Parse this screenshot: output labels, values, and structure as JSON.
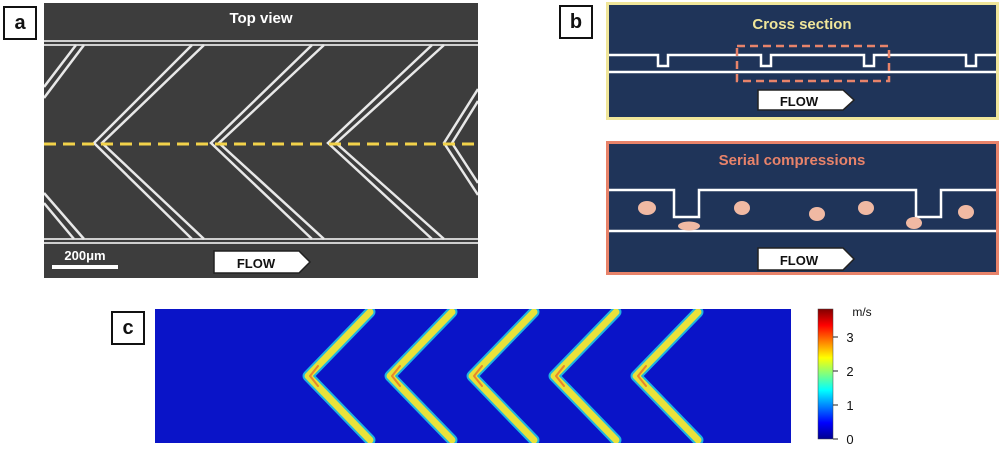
{
  "panels": {
    "a": {
      "label": "a",
      "title": "Top view",
      "scalebar_label": "200μm",
      "flow_label": "FLOW"
    },
    "b": {
      "label": "b",
      "cross_section": {
        "title": "Cross section",
        "flow_label": "FLOW"
      },
      "serial": {
        "title": "Serial compressions",
        "flow_label": "FLOW"
      }
    },
    "c": {
      "label": "c",
      "colorbar": {
        "unit": "m/s",
        "ticks": [
          "3",
          "2",
          "1",
          "0"
        ]
      }
    }
  },
  "colors": {
    "navy": "#1f3459",
    "cross_border": "#f0e69a",
    "serial_border": "#e8836a",
    "highlight_box": "#e8836a",
    "dashed_line": "#f2d24a",
    "cell": "#f0b9a3",
    "velocity_field_bg": "#0a14c8",
    "chevron_high": "#e9e23a"
  }
}
